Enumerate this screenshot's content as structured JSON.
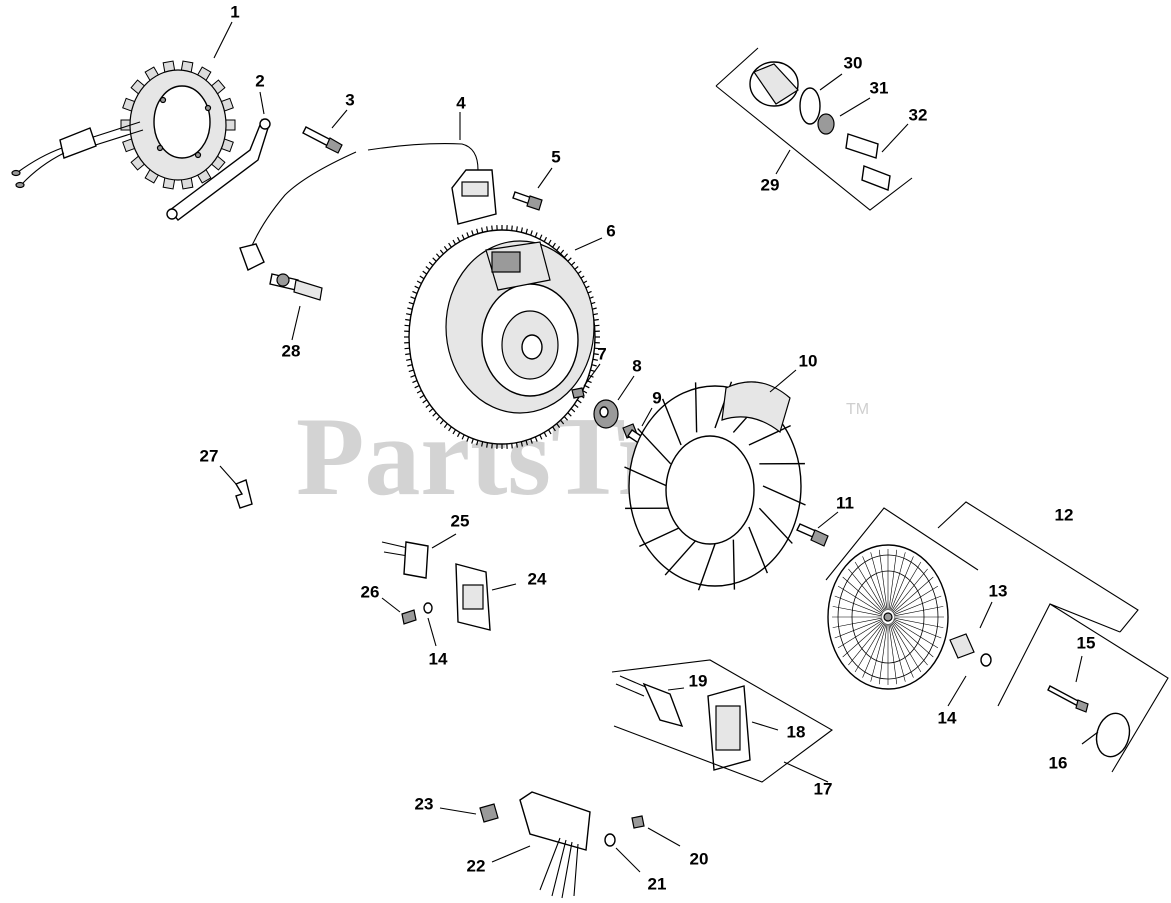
{
  "watermark": {
    "text": "PartsTree",
    "trademark": "TM"
  },
  "callouts": [
    {
      "id": "c1",
      "text": "1"
    },
    {
      "id": "c2",
      "text": "2"
    },
    {
      "id": "c3",
      "text": "3"
    },
    {
      "id": "c4",
      "text": "4"
    },
    {
      "id": "c5",
      "text": "5"
    },
    {
      "id": "c6",
      "text": "6"
    },
    {
      "id": "c7",
      "text": "7"
    },
    {
      "id": "c8",
      "text": "8"
    },
    {
      "id": "c9",
      "text": "9"
    },
    {
      "id": "c10",
      "text": "10"
    },
    {
      "id": "c11",
      "text": "11"
    },
    {
      "id": "c12",
      "text": "12"
    },
    {
      "id": "c13",
      "text": "13"
    },
    {
      "id": "c14a",
      "text": "14"
    },
    {
      "id": "c14b",
      "text": "14"
    },
    {
      "id": "c15",
      "text": "15"
    },
    {
      "id": "c16",
      "text": "16"
    },
    {
      "id": "c17",
      "text": "17"
    },
    {
      "id": "c18",
      "text": "18"
    },
    {
      "id": "c19",
      "text": "19"
    },
    {
      "id": "c20",
      "text": "20"
    },
    {
      "id": "c21",
      "text": "21"
    },
    {
      "id": "c22",
      "text": "22"
    },
    {
      "id": "c23",
      "text": "23"
    },
    {
      "id": "c24",
      "text": "24"
    },
    {
      "id": "c25",
      "text": "25"
    },
    {
      "id": "c26",
      "text": "26"
    },
    {
      "id": "c27",
      "text": "27"
    },
    {
      "id": "c28",
      "text": "28"
    },
    {
      "id": "c29",
      "text": "29"
    },
    {
      "id": "c30",
      "text": "30"
    },
    {
      "id": "c31",
      "text": "31"
    },
    {
      "id": "c32",
      "text": "32"
    }
  ]
}
